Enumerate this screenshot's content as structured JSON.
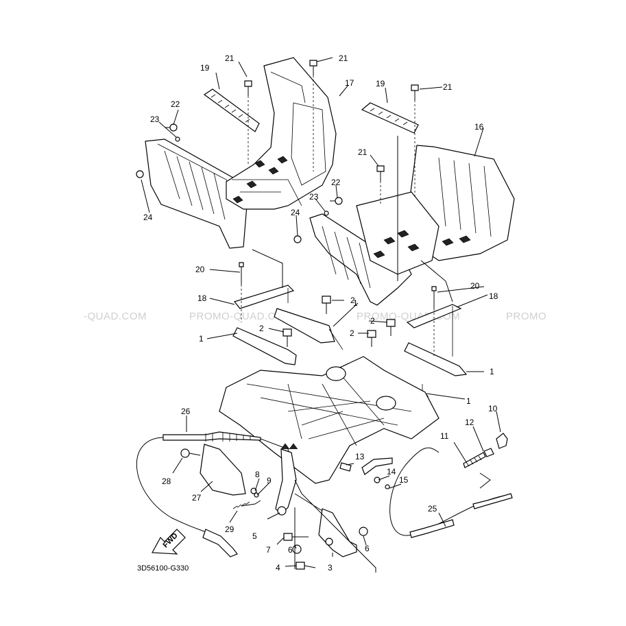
{
  "diagram": {
    "code": "3D56100-G330",
    "fwd_label": "FWD",
    "watermarks": [
      "-QUAD.COM",
      "PROMO-QUAD.COM",
      "PROMO-QUAD.COM",
      "PROMO"
    ],
    "callouts": [
      {
        "id": "c21a",
        "text": "21"
      },
      {
        "id": "c21b",
        "text": "21"
      },
      {
        "id": "c21c",
        "text": "21"
      },
      {
        "id": "c21d",
        "text": "21"
      },
      {
        "id": "c19a",
        "text": "19"
      },
      {
        "id": "c19b",
        "text": "19"
      },
      {
        "id": "c17",
        "text": "17"
      },
      {
        "id": "c16",
        "text": "16"
      },
      {
        "id": "c22a",
        "text": "22"
      },
      {
        "id": "c22b",
        "text": "22"
      },
      {
        "id": "c23a",
        "text": "23"
      },
      {
        "id": "c23b",
        "text": "23"
      },
      {
        "id": "c24a",
        "text": "24"
      },
      {
        "id": "c24b",
        "text": "24"
      },
      {
        "id": "c20a",
        "text": "20"
      },
      {
        "id": "c20b",
        "text": "20"
      },
      {
        "id": "c18a",
        "text": "18"
      },
      {
        "id": "c18b",
        "text": "18"
      },
      {
        "id": "c2a",
        "text": "2"
      },
      {
        "id": "c2b",
        "text": "2"
      },
      {
        "id": "c2c",
        "text": "2"
      },
      {
        "id": "c2d",
        "text": "2"
      },
      {
        "id": "c1a",
        "text": "1"
      },
      {
        "id": "c1b",
        "text": "1"
      },
      {
        "id": "c1c",
        "text": "1"
      },
      {
        "id": "c1d",
        "text": "1"
      },
      {
        "id": "c26",
        "text": "26"
      },
      {
        "id": "c28",
        "text": "28"
      },
      {
        "id": "c27",
        "text": "27"
      },
      {
        "id": "c8",
        "text": "8"
      },
      {
        "id": "c9",
        "text": "9"
      },
      {
        "id": "c29",
        "text": "29"
      },
      {
        "id": "c5",
        "text": "5"
      },
      {
        "id": "c7",
        "text": "7"
      },
      {
        "id": "c6a",
        "text": "6"
      },
      {
        "id": "c6b",
        "text": "6"
      },
      {
        "id": "c4",
        "text": "4"
      },
      {
        "id": "c3",
        "text": "3"
      },
      {
        "id": "c13",
        "text": "13"
      },
      {
        "id": "c14",
        "text": "14"
      },
      {
        "id": "c15",
        "text": "15"
      },
      {
        "id": "c12",
        "text": "12"
      },
      {
        "id": "c10",
        "text": "10"
      },
      {
        "id": "c11",
        "text": "11"
      },
      {
        "id": "c25",
        "text": "25"
      }
    ]
  }
}
